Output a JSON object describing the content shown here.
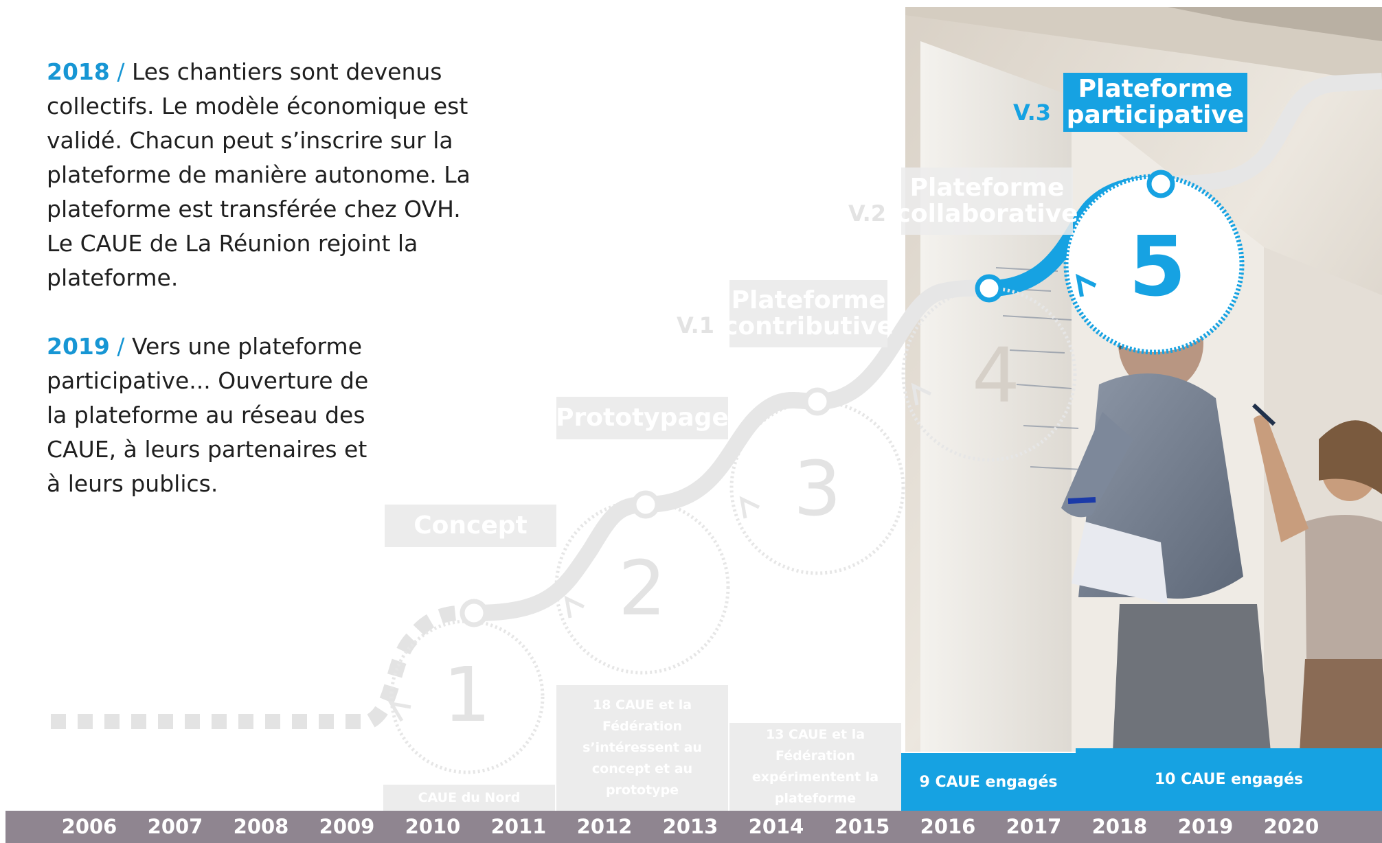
{
  "intro": {
    "p1_year": "2018",
    "p1_slash": "/",
    "p1_text": "Les chantiers sont devenus collectifs. Le modèle économique est validé. Chacun peut s’inscrire sur la plateforme de manière autonome. La plateforme est transférée chez OVH. Le CAUE de La Réunion rejoint la plateforme.",
    "p2_year": "2019",
    "p2_slash": "/",
    "p2_text": "Vers une plateforme participative... Ouverture de la plateforme au réseau des CAUE, à leurs partenaires et à leurs publics."
  },
  "stages": [
    {
      "number": "1",
      "label": "Concept",
      "detail": "CAUE du Nord"
    },
    {
      "number": "2",
      "label": "Prototypage",
      "detail": "18 CAUE et la Fédération s’intéressent au concept et au prototype"
    },
    {
      "number": "3",
      "version": "V.1",
      "label": "Plateforme contributive",
      "detail": "13 CAUE et la Fédération expérimentent la plateforme"
    },
    {
      "number": "4",
      "version": "V.2",
      "label": "Plateforme collaborative",
      "detail": "9 CAUE engagés"
    },
    {
      "number": "5",
      "version": "V.3",
      "label": "Plateforme participative",
      "detail": "10 CAUE engagés"
    }
  ],
  "years": [
    "2006",
    "2007",
    "2008",
    "2009",
    "2010",
    "2011",
    "2012",
    "2013",
    "2014",
    "2015",
    "2016",
    "2017",
    "2018",
    "2019",
    "2020"
  ],
  "colors": {
    "accent": "#16a2e2",
    "inactive": "#e6e6e6",
    "year_bar": "#8f8590",
    "text": "#1f1f1f"
  },
  "photo": {
    "icon": "people-writing-on-whiteboard-photo"
  }
}
